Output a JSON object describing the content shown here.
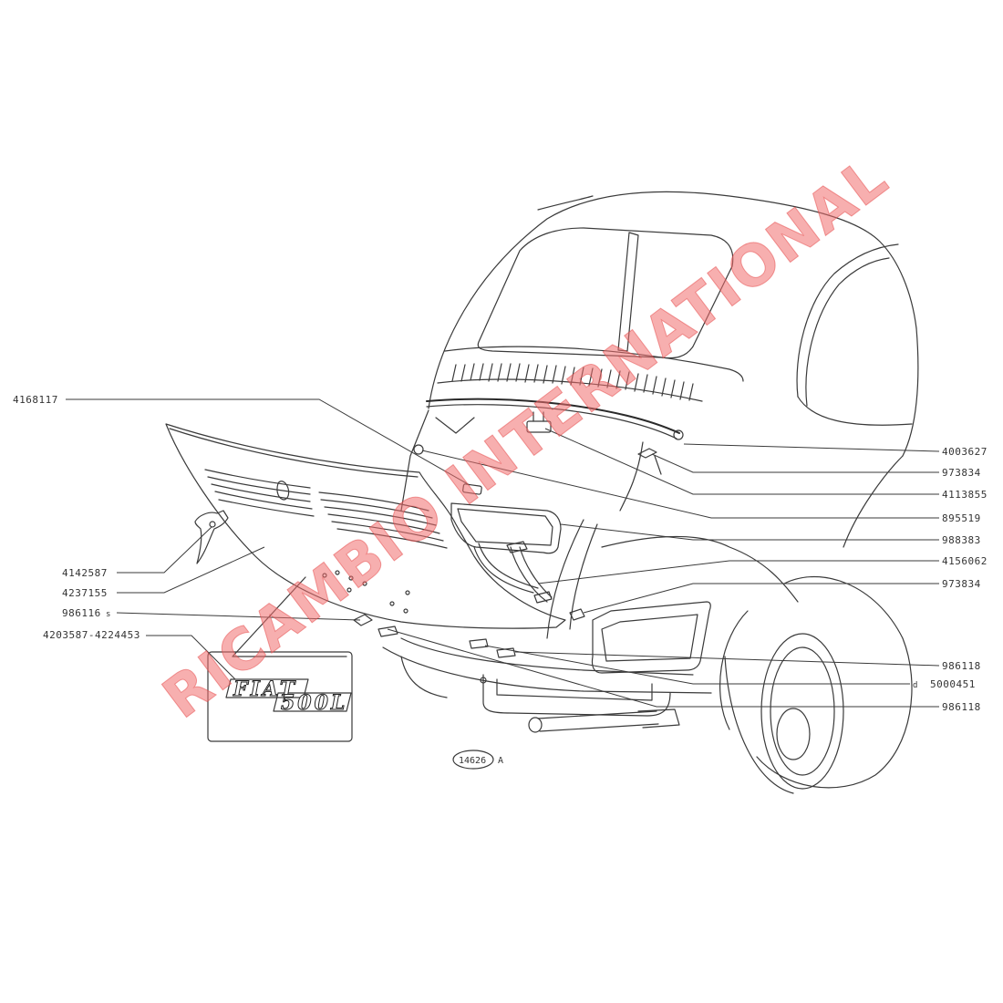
{
  "diagram": {
    "labels_left": [
      {
        "id": "l1",
        "code": "4168117"
      },
      {
        "id": "l2",
        "code": "4142587"
      },
      {
        "id": "l3",
        "code": "4237155"
      },
      {
        "id": "l4",
        "code": "986116",
        "suffix": "s"
      },
      {
        "id": "l5",
        "code": "4203587-4224453"
      }
    ],
    "labels_right": [
      {
        "id": "r1",
        "code": "4003627"
      },
      {
        "id": "r2",
        "code": "973834"
      },
      {
        "id": "r3",
        "code": "4113855"
      },
      {
        "id": "r4",
        "code": "895519"
      },
      {
        "id": "r5",
        "code": "988383"
      },
      {
        "id": "r6",
        "code": "4156062"
      },
      {
        "id": "r7",
        "code": "973834"
      },
      {
        "id": "r8",
        "code": "986118"
      },
      {
        "id": "r9",
        "code": "5000451",
        "prefix": "d"
      },
      {
        "id": "r10",
        "code": "986118"
      }
    ],
    "badge": {
      "line1": "FIAT",
      "line2": "500L"
    },
    "reference": {
      "number": "14626",
      "suffix": "A"
    },
    "watermark": "RICAMBIO INTERNATIONAL",
    "colors": {
      "ink": "#3a3a3a",
      "watermark": "#f06e6e",
      "background": "#ffffff"
    }
  }
}
